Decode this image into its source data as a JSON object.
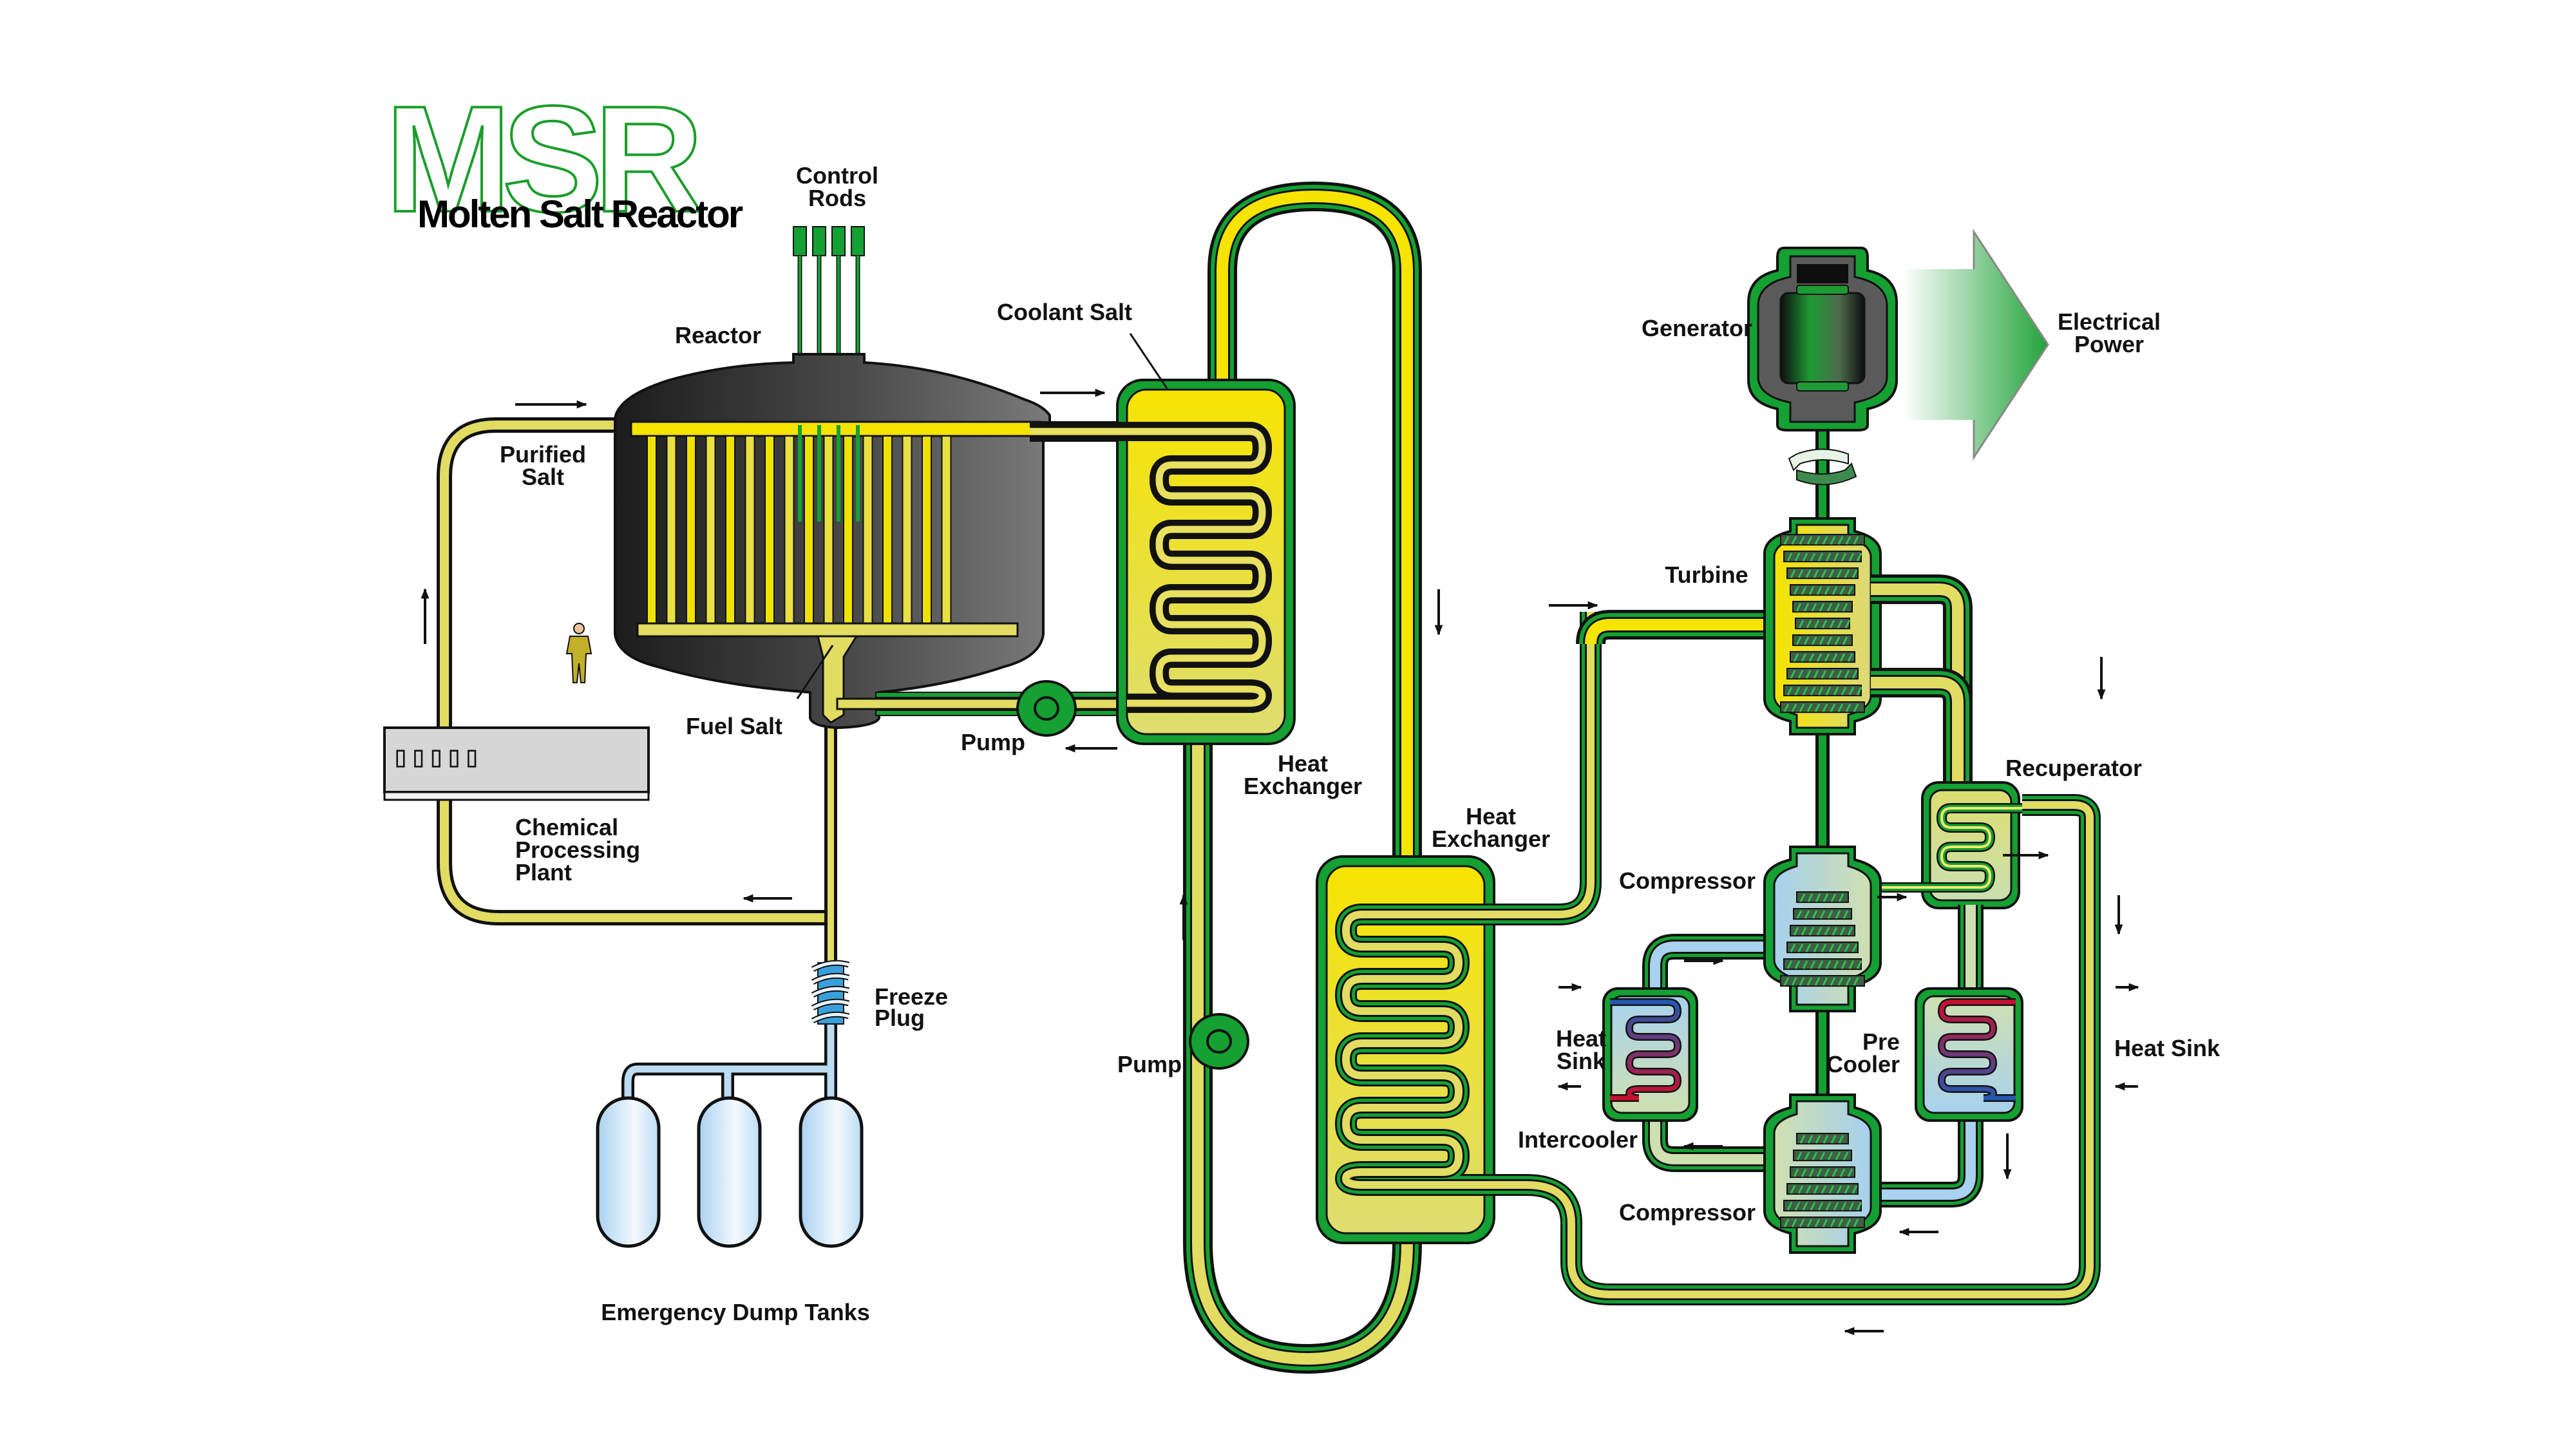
{
  "title": {
    "acronym": "MSR",
    "subtitle": "Molten Salt Reactor"
  },
  "labels": {
    "control_rods": [
      "Control",
      "Rods"
    ],
    "reactor": "Reactor",
    "coolant_salt": "Coolant Salt",
    "purified_salt": [
      "Purified",
      "Salt"
    ],
    "fuel_salt": "Fuel Salt",
    "pump_primary": "Pump",
    "heat_exchanger_primary": [
      "Heat",
      "Exchanger"
    ],
    "chemical_processing_plant": [
      "Chemical",
      "Processing",
      "Plant"
    ],
    "chemical_plant_glyphs": "▯▯▯▯▯",
    "freeze_plug": [
      "Freeze",
      "Plug"
    ],
    "emergency_dump_tanks": "Emergency Dump Tanks",
    "pump_secondary": "Pump",
    "heat_exchanger_secondary": [
      "Heat",
      "Exchanger"
    ],
    "generator": "Generator",
    "electrical_power": [
      "Electrical",
      "Power"
    ],
    "turbine": "Turbine",
    "recuperator": "Recuperator",
    "compressor_upper": "Compressor",
    "compressor_lower": "Compressor",
    "heat_sink_left": [
      "Heat",
      "Sink"
    ],
    "intercooler": "Intercooler",
    "pre_cooler": [
      "Pre",
      "Cooler"
    ],
    "heat_sink_right": "Heat Sink"
  },
  "colors": {
    "fuel_yellow": "#f5e300",
    "pale_yellow": "#e2dc62",
    "coolant_green": "#14a032",
    "reactor_dark": "#2b2b2b",
    "reactor_light": "#707070",
    "dump_blue": "#bcdcf4",
    "cool_blue": "#a8d2ee",
    "hot_red": "#c8102e",
    "plant_gray": "#d6d6d6",
    "outline": "#111111",
    "power_green": "#22a33a"
  }
}
